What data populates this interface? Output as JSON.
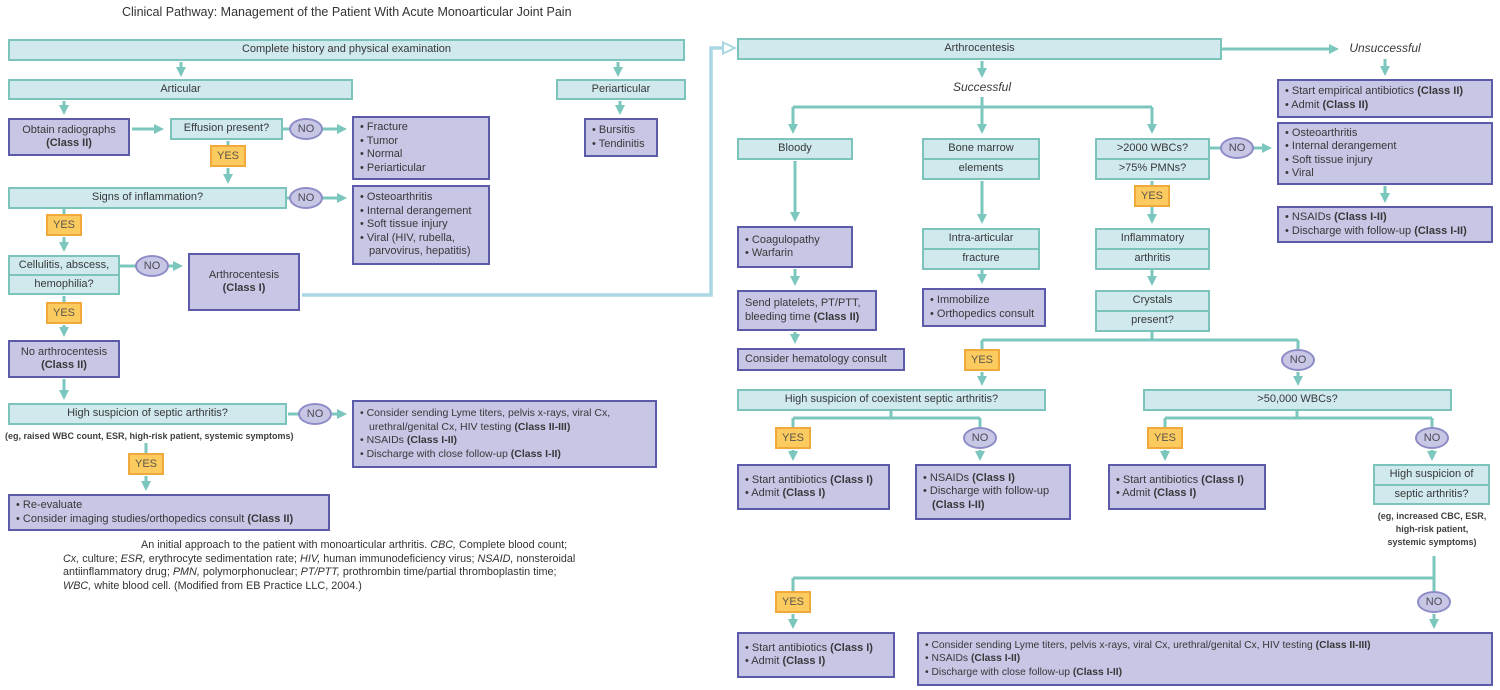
{
  "title": "Clinical Pathway: Management of the Patient With Acute Monoarticular Joint Pain",
  "labels": {
    "yes": "YES",
    "no": "NO",
    "successful": "Successful",
    "unsuccessful": "Unsuccessful"
  },
  "colors": {
    "blue_box_fill": "#cfe9ed",
    "blue_box_border": "#7cc3bb",
    "purple_box_fill": "#c7c6e4",
    "purple_box_border": "#5c5baa",
    "yes_fill": "#fccb5f",
    "yes_border": "#f1a93c",
    "no_fill": "#c7c6e4",
    "no_border": "#8d8cc6",
    "arrow": "#7cc7bd",
    "connector": "#abd7e5",
    "text": "#3a3a3a"
  },
  "nodes": {
    "history": {
      "lines": [
        {
          "t": "Complete history and physical examination"
        }
      ]
    },
    "articular": {
      "lines": [
        {
          "t": "Articular"
        }
      ]
    },
    "periarticular": {
      "lines": [
        {
          "t": "Periarticular"
        }
      ]
    },
    "bursitis": {
      "lines": [
        {
          "t": "• Bursitis"
        },
        {
          "t": "• Tendinitis"
        }
      ]
    },
    "radiographs": {
      "lines": [
        {
          "t": "Obtain radiographs"
        },
        {
          "t": "",
          "b": "(Class II)"
        }
      ]
    },
    "effusion": {
      "lines": [
        {
          "t": "Effusion present?"
        }
      ]
    },
    "fracture_ddx": {
      "lines": [
        {
          "t": "• Fracture"
        },
        {
          "t": "• Tumor"
        },
        {
          "t": "• Normal"
        },
        {
          "t": "• Periarticular"
        }
      ]
    },
    "signs": {
      "lines": [
        {
          "t": "Signs of inflammation?"
        }
      ]
    },
    "osteo_left": {
      "lines": [
        {
          "t": "• Osteoarthritis"
        },
        {
          "t": "• Internal derangement"
        },
        {
          "t": "• Soft tissue injury"
        },
        {
          "t": "• Viral (HIV, rubella,"
        },
        {
          "t": "parvovirus, hepatitis)",
          "ind": true
        }
      ]
    },
    "cellulitis": {
      "lines": [
        {
          "t": "Cellulitis, abscess,"
        },
        {
          "t": "hemophilia?"
        }
      ]
    },
    "arthro_class1": {
      "lines": [
        {
          "t": "Arthrocentesis"
        },
        {
          "t": "",
          "b": "(Class I)"
        }
      ]
    },
    "no_arthro": {
      "lines": [
        {
          "t": "No arthrocentesis"
        },
        {
          "t": "",
          "b": "(Class II)"
        }
      ]
    },
    "septic_q": {
      "lines": [
        {
          "t": "High suspicion of septic arthritis?"
        }
      ]
    },
    "septic_note": {
      "lines": [
        {
          "t": "(eg, raised WBC count, ESR, high-risk patient, systemic symptoms)"
        }
      ]
    },
    "lyme_left": {
      "lines": [
        {
          "t": "• Consider sending Lyme titers, pelvis x-rays, viral Cx,"
        },
        {
          "t": "urethral/genital Cx, HIV testing ",
          "b": "(Class II-III)",
          "ind": true
        },
        {
          "t": "• NSAIDs ",
          "b": "(Class I-II)"
        },
        {
          "t": "• Discharge with close follow-up ",
          "b": "(Class I-II)"
        }
      ]
    },
    "reevaluate": {
      "lines": [
        {
          "t": "• Re-evaluate"
        },
        {
          "t": "• Consider imaging studies/orthopedics consult ",
          "b": "(Class II)"
        }
      ]
    },
    "arthro_main": {
      "lines": [
        {
          "t": "Arthrocentesis"
        }
      ]
    },
    "empirical": {
      "lines": [
        {
          "t": "• Start empirical antibiotics ",
          "b": "(Class II)"
        },
        {
          "t": "• Admit ",
          "b": "(Class II)"
        }
      ]
    },
    "osteo_right": {
      "lines": [
        {
          "t": "• Osteoarthritis"
        },
        {
          "t": "• Internal derangement"
        },
        {
          "t": "• Soft tissue injury"
        },
        {
          "t": "• Viral"
        }
      ]
    },
    "nsaids_followup": {
      "lines": [
        {
          "t": "• NSAIDs ",
          "b": "(Class I-II)"
        },
        {
          "t": "• Discharge with follow-up ",
          "b": "(Class I-II)"
        }
      ]
    },
    "bloody": {
      "lines": [
        {
          "t": "Bloody"
        }
      ]
    },
    "bone_marrow": {
      "lines": [
        {
          "t": "Bone marrow"
        },
        {
          "t": "elements"
        }
      ]
    },
    "wbc2000": {
      "lines": [
        {
          "t": ">2000 WBCs?"
        },
        {
          "t": ">75% PMNs?"
        }
      ]
    },
    "coagulopathy": {
      "lines": [
        {
          "t": "• Coagulopathy"
        },
        {
          "t": "• Warfarin"
        }
      ]
    },
    "intraarticular": {
      "lines": [
        {
          "t": "Intra-articular"
        },
        {
          "t": "fracture"
        }
      ]
    },
    "inflammatory": {
      "lines": [
        {
          "t": "Inflammatory"
        },
        {
          "t": "arthritis"
        }
      ]
    },
    "platelets": {
      "lines": [
        {
          "t": "Send platelets, PT/PTT,"
        },
        {
          "t": "bleeding time ",
          "b": "(Class II)"
        }
      ]
    },
    "immobilize": {
      "lines": [
        {
          "t": "• Immobilize"
        },
        {
          "t": "• Orthopedics consult"
        }
      ]
    },
    "crystals": {
      "lines": [
        {
          "t": "Crystals"
        },
        {
          "t": "present?"
        }
      ]
    },
    "hematology": {
      "lines": [
        {
          "t": "Consider hematology consult"
        }
      ]
    },
    "coexistent": {
      "lines": [
        {
          "t": "High suspicion of coexistent septic arthritis?"
        }
      ]
    },
    "wbc50k": {
      "lines": [
        {
          "t": ">50,000 WBCs?"
        }
      ]
    },
    "abx_admit_1": {
      "lines": [
        {
          "t": "• Start antibiotics ",
          "b": "(Class I)"
        },
        {
          "t": "• Admit ",
          "b": "(Class I)"
        }
      ]
    },
    "nsaids_discharge": {
      "lines": [
        {
          "t": "• NSAIDs ",
          "b": "(Class I)"
        },
        {
          "t": "• Discharge with follow-up"
        },
        {
          "t": "",
          "b": "(Class I-II)",
          "ind": true
        }
      ]
    },
    "abx_admit_2": {
      "lines": [
        {
          "t": "• Start antibiotics ",
          "b": "(Class I)"
        },
        {
          "t": "• Admit ",
          "b": "(Class I)"
        }
      ]
    },
    "suspicion_right": {
      "lines": [
        {
          "t": "High suspicion of"
        },
        {
          "t": "septic arthritis?"
        }
      ]
    },
    "suspicion_right_note": {
      "lines": [
        {
          "t": "(eg, increased CBC, ESR,"
        },
        {
          "t": "high-risk patient,"
        },
        {
          "t": "systemic symptoms)"
        }
      ]
    },
    "abx_admit_3": {
      "lines": [
        {
          "t": "• Start antibiotics ",
          "b": "(Class I)"
        },
        {
          "t": "• Admit ",
          "b": "(Class I)"
        }
      ]
    },
    "lyme_right": {
      "lines": [
        {
          "t": "• Consider sending Lyme titers, pelvis x-rays, viral Cx, urethral/genital Cx, HIV testing ",
          "b": "(Class II-III)"
        },
        {
          "t": "• NSAIDs ",
          "b": "(Class I-II)"
        },
        {
          "t": "• Discharge with close follow-up ",
          "b": "(Class I-II)"
        }
      ]
    }
  },
  "caption": {
    "lines": [
      [
        {
          "t": "An initial approach to the patient with monoarticular arthritis. "
        },
        {
          "t": "CBC,",
          "i": true
        },
        {
          "t": " Complete blood count;"
        }
      ],
      [
        {
          "t": "Cx,",
          "i": true
        },
        {
          "t": " culture; "
        },
        {
          "t": "ESR,",
          "i": true
        },
        {
          "t": " erythrocyte sedimentation rate; "
        },
        {
          "t": "HIV,",
          "i": true
        },
        {
          "t": " human immunodeficiency virus; "
        },
        {
          "t": "NSAID,",
          "i": true
        },
        {
          "t": " nonsteroidal"
        }
      ],
      [
        {
          "t": "antiinflammatory drug; "
        },
        {
          "t": "PMN,",
          "i": true
        },
        {
          "t": " polymorphonuclear; "
        },
        {
          "t": "PT/PTT,",
          "i": true
        },
        {
          "t": " prothrombin time/partial thromboplastin time;"
        }
      ],
      [
        {
          "t": "WBC,",
          "i": true
        },
        {
          "t": " white blood cell. (Modified from EB Practice LLC, 2004.)"
        }
      ]
    ]
  }
}
